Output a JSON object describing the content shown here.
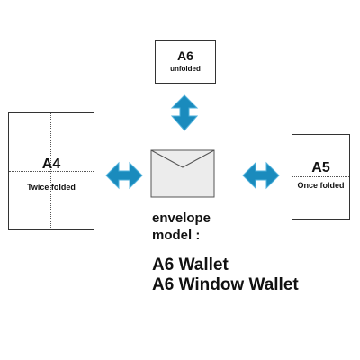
{
  "colors": {
    "arrow": "#1a8bbd",
    "envelope_fill": "#ececec",
    "envelope_stroke": "#555555"
  },
  "top_card": {
    "size": "A6",
    "fold": "unfolded"
  },
  "left_card": {
    "size": "A4",
    "fold": "Twice folded"
  },
  "right_card": {
    "size": "A5",
    "fold": "Once folded"
  },
  "envelope": {
    "label_line1": "envelope",
    "label_line2": "model :",
    "models": [
      "A6 Wallet",
      "A6 Window Wallet"
    ]
  },
  "icons": {
    "vertical_arrow": "double-arrow-vertical-icon",
    "horizontal_arrow": "double-arrow-horizontal-icon",
    "envelope": "envelope-icon"
  }
}
